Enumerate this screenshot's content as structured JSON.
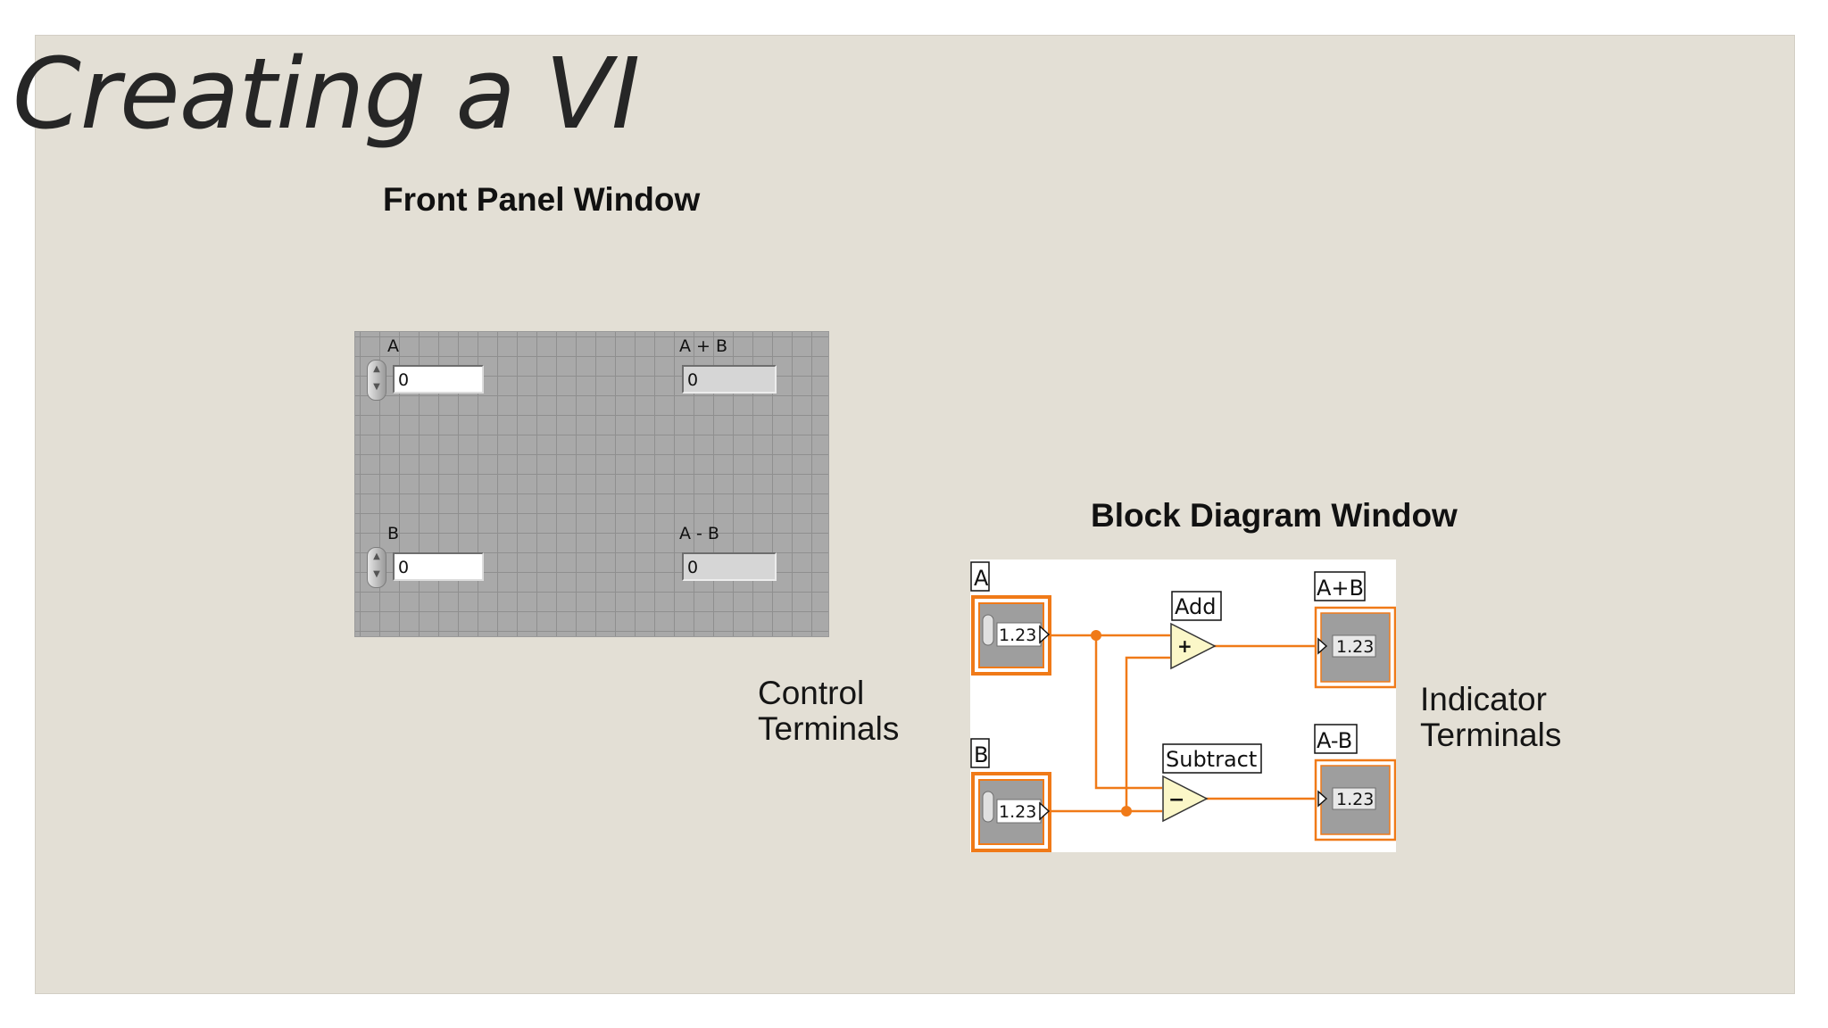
{
  "slide": {
    "title": "Creating a VI",
    "front_panel_caption": "Front Panel Window",
    "block_diagram_caption": "Block Diagram Window",
    "control_terminals_label": [
      "Control",
      "Terminals"
    ],
    "indicator_terminals_label": [
      "Indicator",
      "Terminals"
    ]
  },
  "front_panel": {
    "controls": [
      {
        "label": "A",
        "value": "0"
      },
      {
        "label": "B",
        "value": "0"
      }
    ],
    "indicators": [
      {
        "label": "A + B",
        "value": "0"
      },
      {
        "label": "A - B",
        "value": "0"
      }
    ]
  },
  "block_diagram": {
    "control_terminals": [
      {
        "label": "A",
        "type_text": "1.23"
      },
      {
        "label": "B",
        "type_text": "1.23"
      }
    ],
    "functions": [
      {
        "label": "Add",
        "symbol": "+"
      },
      {
        "label": "Subtract",
        "symbol": "−"
      }
    ],
    "indicator_terminals": [
      {
        "label": "A+B",
        "type_text": "1.23"
      },
      {
        "label": "A-B",
        "type_text": "1.23"
      }
    ],
    "colors": {
      "wire": "#f07a18",
      "terminal_border": "#f07a18",
      "terminal_fill": "#9e9e9e",
      "function_fill": "#fbf7c8"
    }
  }
}
